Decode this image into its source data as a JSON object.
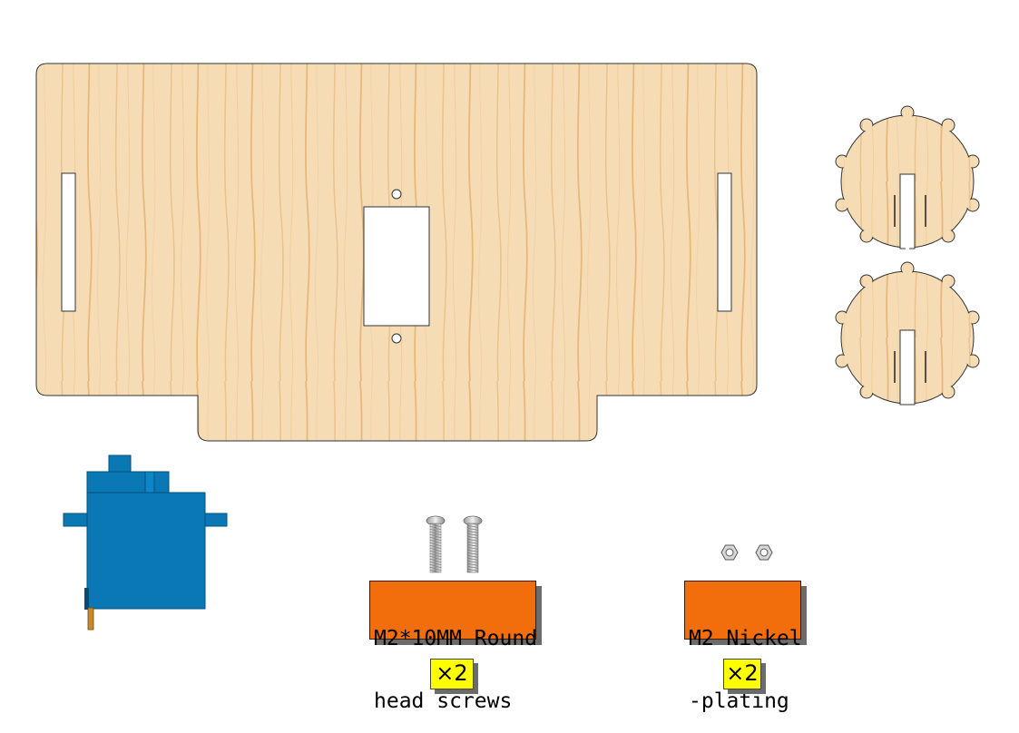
{
  "parts": {
    "screws": {
      "line1": "M2*10MM Round",
      "line2": "head screws",
      "quantity": "×2",
      "count": 2
    },
    "nuts": {
      "line1": "M2 Nickel",
      "line2": "-plating",
      "quantity": "×2",
      "count": 2
    }
  },
  "colors": {
    "wood": "#f6dcb5",
    "wood_grain": "#e8bf84",
    "servo_blue": "#0a78b5",
    "servo_dark": "#06507a",
    "label_orange": "#f26d0c",
    "label_yellow": "#ffff00",
    "metal": "#c8c8c8"
  }
}
